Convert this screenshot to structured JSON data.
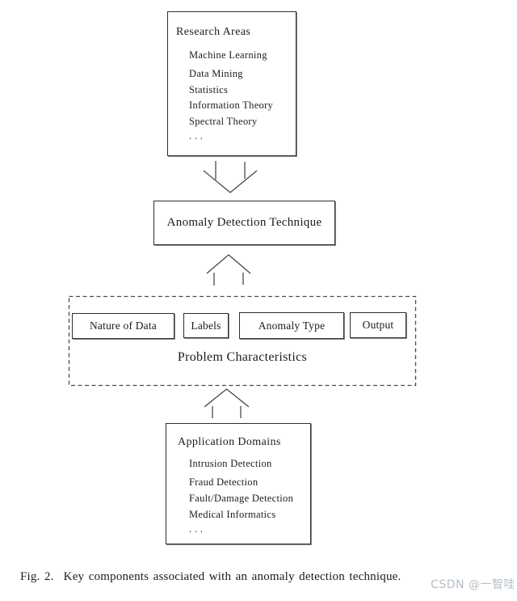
{
  "figure": {
    "research_areas": {
      "title": "Research Areas",
      "items": [
        "Machine Learning",
        "Data Mining",
        "Statistics",
        "Information Theory",
        "Spectral Theory",
        ". . ."
      ]
    },
    "technique_label": "Anomaly Detection Technique",
    "problem_characteristics": {
      "title": "Problem Characteristics",
      "factors": [
        "Nature of Data",
        "Labels",
        "Anomaly Type",
        "Output"
      ]
    },
    "application_domains": {
      "title": "Application Domains",
      "items": [
        "Intrusion Detection",
        "Fraud Detection",
        "Fault/Damage Detection",
        "Medical Informatics",
        ". . ."
      ]
    }
  },
  "caption": {
    "label": "Fig. 2.",
    "text": "Key components associated with an anomaly detection technique."
  },
  "watermark": {
    "text": "CSDN @一智哇"
  },
  "colors": {
    "background": "#ffffff",
    "box_border": "#2e2e2e",
    "box_shadow": "#8a8a8a",
    "arrow_stroke": "#3d3d3d",
    "dashed_border": "#4d4d4d",
    "text": "#1c1c1c",
    "watermark": "#b5bdc6"
  }
}
